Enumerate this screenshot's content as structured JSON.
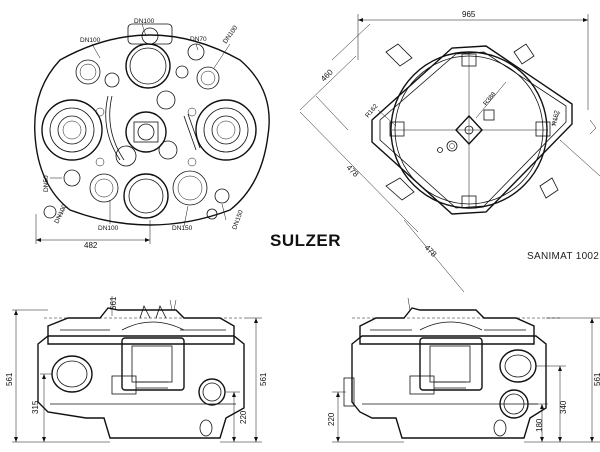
{
  "brand": "SULZER",
  "model": "SANIMAT 1002",
  "top_view": {
    "labels": {
      "dn100_top": "DN100",
      "dn100_left": "DN100",
      "dn70": "DN70",
      "dn100_right": "DN100",
      "dn50_left": "DN50",
      "dn100_bl": "DN100",
      "dn100_bottom": "DN100",
      "dn150_bottom": "DN150",
      "dn150_right": "DN150"
    },
    "width": "482"
  },
  "iso_view": {
    "width": "965",
    "side_a": "460",
    "side_b": "478",
    "side_c": "478",
    "radius_left": "R162",
    "radius_center": "R388",
    "radius_right": "R162"
  },
  "front_view": {
    "height_total": "561",
    "height_top": "561",
    "inlet_height": "315",
    "height_right": "561",
    "outlet_height": "220"
  },
  "side_view": {
    "height_total": "561",
    "height_left": "220",
    "height_right": "340",
    "height_bottom": "180"
  }
}
